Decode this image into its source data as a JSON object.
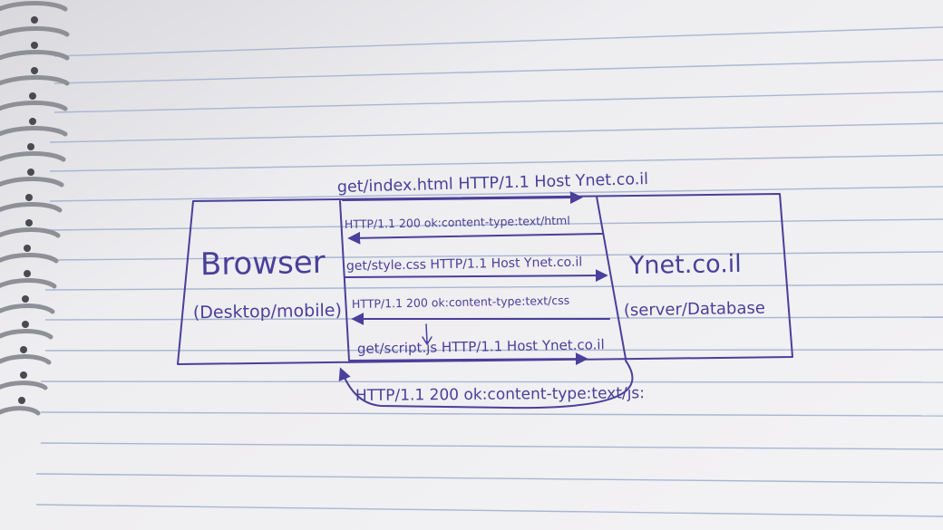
{
  "nodes": {
    "browser": {
      "title": "Browser",
      "subtitle": "(Desktop/mobile)"
    },
    "server": {
      "title": "Ynet.co.il",
      "subtitle": "(server/Database"
    }
  },
  "messages": [
    {
      "text": "get/index.html HTTP/1.1 Host Ynet.co.il",
      "direction": "to-server"
    },
    {
      "text": "HTTP/1.1 200 ok:content-type:text/html",
      "direction": "to-browser"
    },
    {
      "text": "get/style.css HTTP/1.1 Host Ynet.co.il",
      "direction": "to-server"
    },
    {
      "text": "HTTP/1.1 200 ok:content-type:text/css",
      "direction": "to-browser"
    },
    {
      "text": "get/script.js HTTP/1.1 Host Ynet.co.il",
      "direction": "to-server"
    },
    {
      "text": "HTTP/1.1 200 ok:content-type:text/js:",
      "direction": "to-browser"
    }
  ],
  "colors": {
    "ink": "#4a3f9a",
    "paper": "#e9e8ec",
    "rule": "#9fb0cf",
    "margin": "#c9a5b0"
  }
}
